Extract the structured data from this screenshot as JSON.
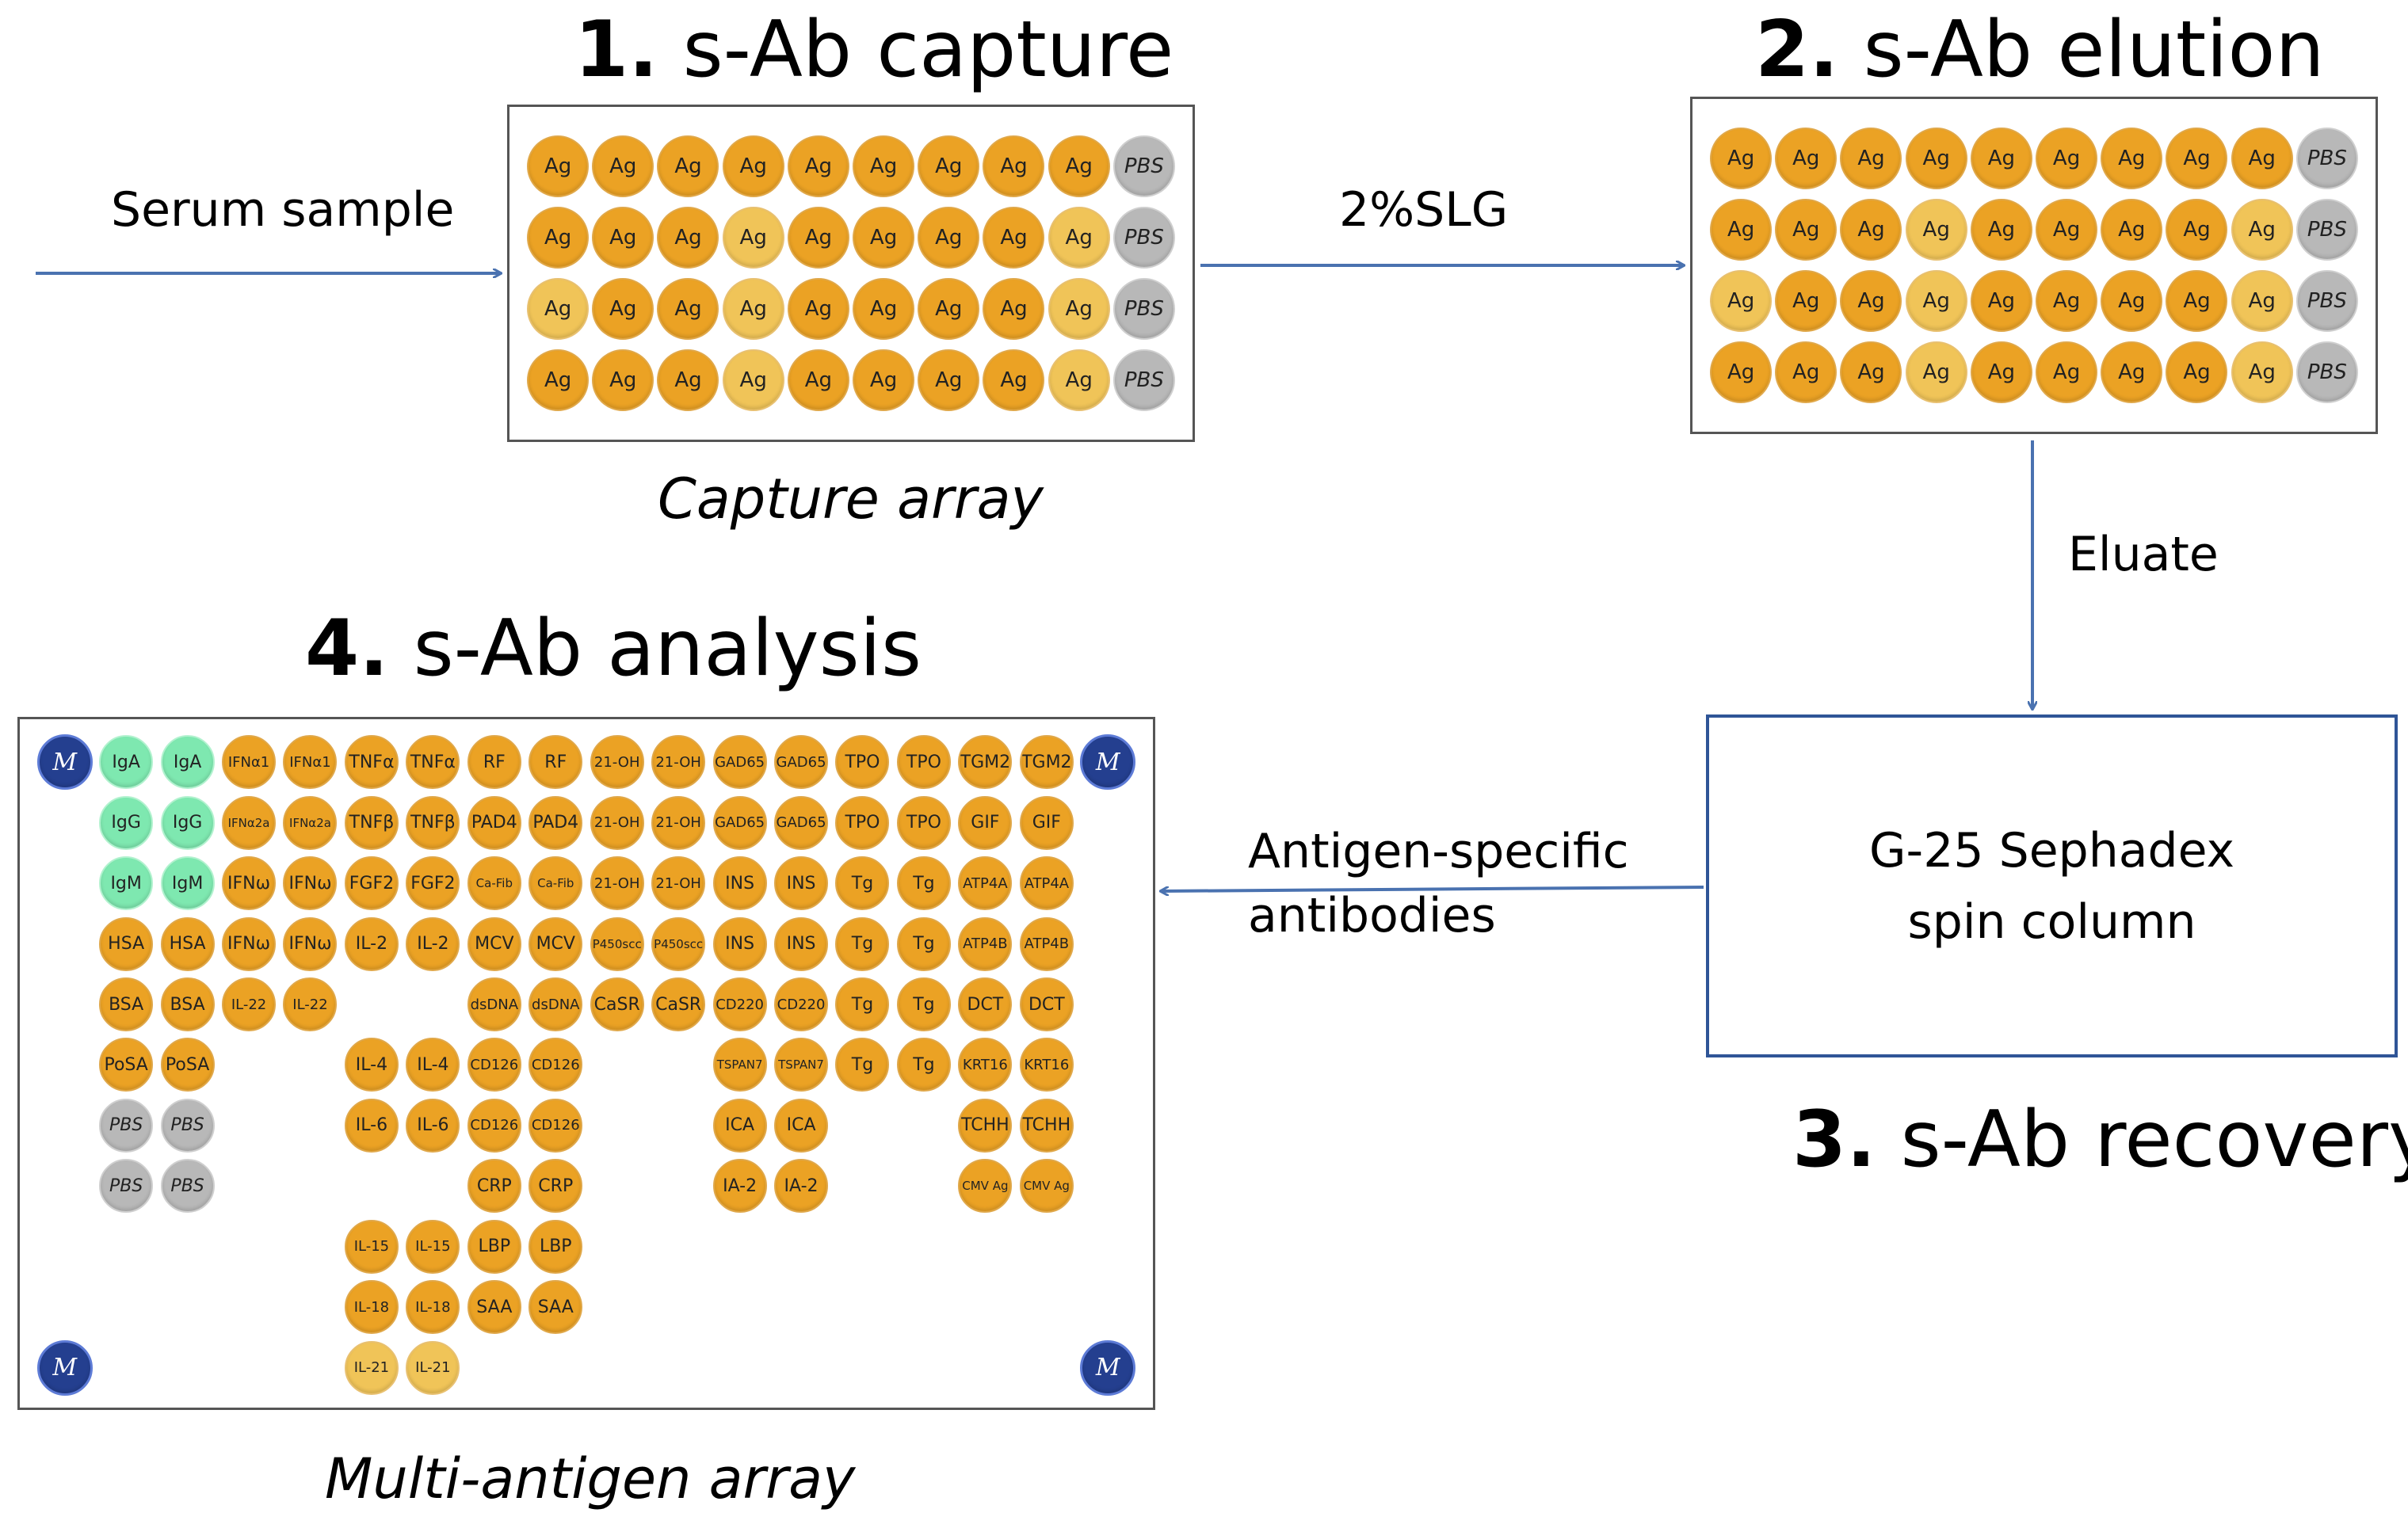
{
  "steps": {
    "capture": {
      "num": "1.",
      "text": " s-Ab capture"
    },
    "elution": {
      "num": "2.",
      "text": " s-Ab elution"
    },
    "recovery": {
      "num": "3.",
      "text": " s-Ab recovery"
    },
    "analysis": {
      "num": "4.",
      "text": " s-Ab analysis"
    }
  },
  "labels": {
    "serum_sample": "Serum sample",
    "slg": "2%SLG",
    "eluate": "Eluate",
    "antigen_specific_line1": "Antigen-specific",
    "antigen_specific_line2": "antibodies"
  },
  "captions": {
    "capture_array": "Capture array",
    "multi_antigen_array": "Multi-antigen array"
  },
  "column_box": {
    "line1": "G-25 Sephadex",
    "line2": "spin column"
  },
  "capture_array": {
    "rows": [
      [
        [
          "Ag",
          "o"
        ],
        [
          "Ag",
          "o"
        ],
        [
          "Ag",
          "o"
        ],
        [
          "Ag",
          "o"
        ],
        [
          "Ag",
          "o"
        ],
        [
          "Ag",
          "o"
        ],
        [
          "Ag",
          "o"
        ],
        [
          "Ag",
          "o"
        ],
        [
          "Ag",
          "o"
        ],
        [
          "PBS",
          "g"
        ]
      ],
      [
        [
          "Ag",
          "o"
        ],
        [
          "Ag",
          "o"
        ],
        [
          "Ag",
          "o"
        ],
        [
          "Ag",
          "l"
        ],
        [
          "Ag",
          "o"
        ],
        [
          "Ag",
          "o"
        ],
        [
          "Ag",
          "o"
        ],
        [
          "Ag",
          "o"
        ],
        [
          "Ag",
          "l"
        ],
        [
          "PBS",
          "g"
        ]
      ],
      [
        [
          "Ag",
          "l"
        ],
        [
          "Ag",
          "o"
        ],
        [
          "Ag",
          "o"
        ],
        [
          "Ag",
          "l"
        ],
        [
          "Ag",
          "o"
        ],
        [
          "Ag",
          "o"
        ],
        [
          "Ag",
          "o"
        ],
        [
          "Ag",
          "o"
        ],
        [
          "Ag",
          "l"
        ],
        [
          "PBS",
          "g"
        ]
      ],
      [
        [
          "Ag",
          "o"
        ],
        [
          "Ag",
          "o"
        ],
        [
          "Ag",
          "o"
        ],
        [
          "Ag",
          "l"
        ],
        [
          "Ag",
          "o"
        ],
        [
          "Ag",
          "o"
        ],
        [
          "Ag",
          "o"
        ],
        [
          "Ag",
          "o"
        ],
        [
          "Ag",
          "l"
        ],
        [
          "PBS",
          "g"
        ]
      ]
    ]
  },
  "elution_array": {
    "rows": [
      [
        [
          "Ag",
          "o"
        ],
        [
          "Ag",
          "o"
        ],
        [
          "Ag",
          "o"
        ],
        [
          "Ag",
          "o"
        ],
        [
          "Ag",
          "o"
        ],
        [
          "Ag",
          "o"
        ],
        [
          "Ag",
          "o"
        ],
        [
          "Ag",
          "o"
        ],
        [
          "Ag",
          "o"
        ],
        [
          "PBS",
          "g"
        ]
      ],
      [
        [
          "Ag",
          "o"
        ],
        [
          "Ag",
          "o"
        ],
        [
          "Ag",
          "o"
        ],
        [
          "Ag",
          "l"
        ],
        [
          "Ag",
          "o"
        ],
        [
          "Ag",
          "o"
        ],
        [
          "Ag",
          "o"
        ],
        [
          "Ag",
          "o"
        ],
        [
          "Ag",
          "l"
        ],
        [
          "PBS",
          "g"
        ]
      ],
      [
        [
          "Ag",
          "l"
        ],
        [
          "Ag",
          "o"
        ],
        [
          "Ag",
          "o"
        ],
        [
          "Ag",
          "l"
        ],
        [
          "Ag",
          "o"
        ],
        [
          "Ag",
          "o"
        ],
        [
          "Ag",
          "o"
        ],
        [
          "Ag",
          "o"
        ],
        [
          "Ag",
          "l"
        ],
        [
          "PBS",
          "g"
        ]
      ],
      [
        [
          "Ag",
          "o"
        ],
        [
          "Ag",
          "o"
        ],
        [
          "Ag",
          "o"
        ],
        [
          "Ag",
          "l"
        ],
        [
          "Ag",
          "o"
        ],
        [
          "Ag",
          "o"
        ],
        [
          "Ag",
          "o"
        ],
        [
          "Ag",
          "o"
        ],
        [
          "Ag",
          "l"
        ],
        [
          "PBS",
          "g"
        ]
      ]
    ]
  },
  "multi_antigen_array": {
    "marker": "M",
    "rows": [
      [
        [
          "M",
          "m"
        ],
        [
          "IgA",
          "gr"
        ],
        [
          "IgA",
          "gr"
        ],
        [
          "IFNα1",
          "o"
        ],
        [
          "IFNα1",
          "o"
        ],
        [
          "TNFα",
          "o"
        ],
        [
          "TNFα",
          "o"
        ],
        [
          "RF",
          "o"
        ],
        [
          "RF",
          "o"
        ],
        [
          "21-OH",
          "o"
        ],
        [
          "21-OH",
          "o"
        ],
        [
          "GAD65",
          "o"
        ],
        [
          "GAD65",
          "o"
        ],
        [
          "TPO",
          "o"
        ],
        [
          "TPO",
          "o"
        ],
        [
          "TGM2",
          "o"
        ],
        [
          "TGM2",
          "o"
        ],
        [
          "M",
          "m"
        ]
      ],
      [
        null,
        [
          "IgG",
          "gr"
        ],
        [
          "IgG",
          "gr"
        ],
        [
          "IFNα2a",
          "o"
        ],
        [
          "IFNα2a",
          "o"
        ],
        [
          "TNFβ",
          "o"
        ],
        [
          "TNFβ",
          "o"
        ],
        [
          "PAD4",
          "o"
        ],
        [
          "PAD4",
          "o"
        ],
        [
          "21-OH",
          "o"
        ],
        [
          "21-OH",
          "o"
        ],
        [
          "GAD65",
          "o"
        ],
        [
          "GAD65",
          "o"
        ],
        [
          "TPO",
          "o"
        ],
        [
          "TPO",
          "o"
        ],
        [
          "GIF",
          "o"
        ],
        [
          "GIF",
          "o"
        ],
        null
      ],
      [
        null,
        [
          "IgM",
          "gr"
        ],
        [
          "IgM",
          "gr"
        ],
        [
          "IFNω",
          "o"
        ],
        [
          "IFNω",
          "o"
        ],
        [
          "FGF2",
          "o"
        ],
        [
          "FGF2",
          "o"
        ],
        [
          "Ca-Fib",
          "o"
        ],
        [
          "Ca-Fib",
          "o"
        ],
        [
          "21-OH",
          "o"
        ],
        [
          "21-OH",
          "o"
        ],
        [
          "INS",
          "o"
        ],
        [
          "INS",
          "o"
        ],
        [
          "Tg",
          "o"
        ],
        [
          "Tg",
          "o"
        ],
        [
          "ATP4A",
          "o"
        ],
        [
          "ATP4A",
          "o"
        ],
        null
      ],
      [
        null,
        [
          "HSA",
          "o"
        ],
        [
          "HSA",
          "o"
        ],
        [
          "IFNω",
          "o"
        ],
        [
          "IFNω",
          "o"
        ],
        [
          "IL-2",
          "o"
        ],
        [
          "IL-2",
          "o"
        ],
        [
          "MCV",
          "o"
        ],
        [
          "MCV",
          "o"
        ],
        [
          "P450scc",
          "o"
        ],
        [
          "P450scc",
          "o"
        ],
        [
          "INS",
          "o"
        ],
        [
          "INS",
          "o"
        ],
        [
          "Tg",
          "o"
        ],
        [
          "Tg",
          "o"
        ],
        [
          "ATP4B",
          "o"
        ],
        [
          "ATP4B",
          "o"
        ],
        null
      ],
      [
        null,
        [
          "BSA",
          "o"
        ],
        [
          "BSA",
          "o"
        ],
        [
          "IL-22",
          "o"
        ],
        [
          "IL-22",
          "o"
        ],
        null,
        null,
        [
          "dsDNA",
          "o"
        ],
        [
          "dsDNA",
          "o"
        ],
        [
          "CaSR",
          "o"
        ],
        [
          "CaSR",
          "o"
        ],
        [
          "CD220",
          "o"
        ],
        [
          "CD220",
          "o"
        ],
        [
          "Tg",
          "o"
        ],
        [
          "Tg",
          "o"
        ],
        [
          "DCT",
          "o"
        ],
        [
          "DCT",
          "o"
        ],
        null
      ],
      [
        null,
        [
          "PoSA",
          "o"
        ],
        [
          "PoSA",
          "o"
        ],
        null,
        null,
        [
          "IL-4",
          "o"
        ],
        [
          "IL-4",
          "o"
        ],
        [
          "CD126",
          "o"
        ],
        [
          "CD126",
          "o"
        ],
        null,
        null,
        [
          "TSPAN7",
          "o"
        ],
        [
          "TSPAN7",
          "o"
        ],
        [
          "Tg",
          "o"
        ],
        [
          "Tg",
          "o"
        ],
        [
          "KRT16",
          "o"
        ],
        [
          "KRT16",
          "o"
        ],
        null
      ],
      [
        null,
        [
          "PBS",
          "g"
        ],
        [
          "PBS",
          "g"
        ],
        null,
        null,
        [
          "IL-6",
          "o"
        ],
        [
          "IL-6",
          "o"
        ],
        [
          "CD126",
          "o"
        ],
        [
          "CD126",
          "o"
        ],
        null,
        null,
        [
          "ICA",
          "o"
        ],
        [
          "ICA",
          "o"
        ],
        null,
        null,
        [
          "TCHH",
          "o"
        ],
        [
          "TCHH",
          "o"
        ],
        null
      ],
      [
        null,
        [
          "PBS",
          "g"
        ],
        [
          "PBS",
          "g"
        ],
        null,
        null,
        null,
        null,
        [
          "CRP",
          "o"
        ],
        [
          "CRP",
          "o"
        ],
        null,
        null,
        [
          "IA-2",
          "o"
        ],
        [
          "IA-2",
          "o"
        ],
        null,
        null,
        [
          "CMV Ag",
          "o"
        ],
        [
          "CMV Ag",
          "o"
        ],
        null
      ],
      [
        null,
        null,
        null,
        null,
        null,
        [
          "IL-15",
          "o"
        ],
        [
          "IL-15",
          "o"
        ],
        [
          "LBP",
          "o"
        ],
        [
          "LBP",
          "o"
        ],
        null,
        null,
        null,
        null,
        null,
        null,
        null,
        null,
        null
      ],
      [
        null,
        null,
        null,
        null,
        null,
        [
          "IL-18",
          "o"
        ],
        [
          "IL-18",
          "o"
        ],
        [
          "SAA",
          "o"
        ],
        [
          "SAA",
          "o"
        ],
        null,
        null,
        null,
        null,
        null,
        null,
        null,
        null,
        null
      ],
      [
        [
          "M",
          "m"
        ],
        null,
        null,
        null,
        null,
        [
          "IL-21",
          "l"
        ],
        [
          "IL-21",
          "l"
        ],
        null,
        null,
        null,
        null,
        null,
        null,
        null,
        null,
        null,
        null,
        [
          "M",
          "m"
        ]
      ]
    ]
  }
}
